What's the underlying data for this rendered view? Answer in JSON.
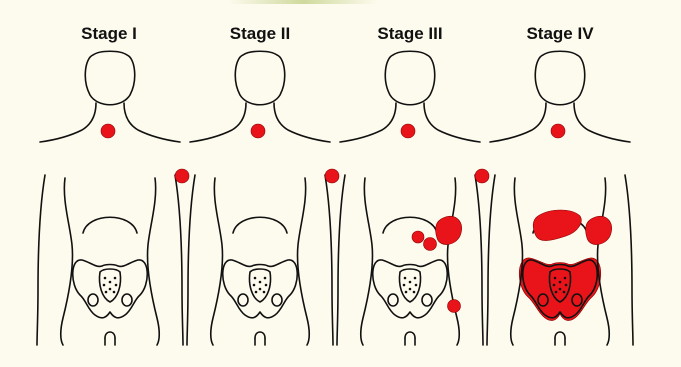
{
  "colors": {
    "background": "#fdfbee",
    "outline": "#111111",
    "tumor": "#e8141a"
  },
  "stages": [
    {
      "title": "Stage I",
      "involvement": [
        "neck-lymph-node"
      ]
    },
    {
      "title": "Stage II",
      "involvement": [
        "neck-lymph-node",
        "armpit-lymph-node"
      ]
    },
    {
      "title": "Stage III",
      "involvement": [
        "neck-lymph-node",
        "armpit-lymph-node",
        "spleen",
        "abdominal-lymph-nodes",
        "groin-lymph-node"
      ]
    },
    {
      "title": "Stage IV",
      "involvement": [
        "neck-lymph-node",
        "armpit-lymph-node",
        "spleen",
        "liver",
        "pelvis"
      ]
    }
  ]
}
